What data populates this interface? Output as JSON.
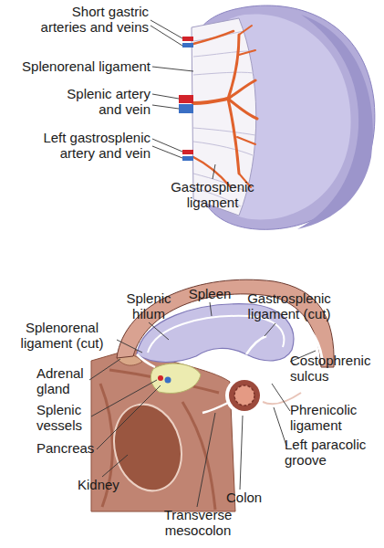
{
  "diagram": {
    "labels": [
      "Short gastric arteries and veins",
      "Splenorenal ligament",
      "Splenic artery and vein",
      "Left gastrosplenic artery and vein",
      "Gastrosplenic ligament",
      "Splenic hilum",
      "Spleen",
      "Gastrosplenic ligament (cut)",
      "Splenorenal ligament (cut)",
      "Costophrenic sulcus",
      "Adrenal gland",
      "Splenic vessels",
      "Phrenicolic ligament",
      "Pancreas",
      "Left paracolic groove",
      "Kidney",
      "Transverse mesocolon",
      "Colon"
    ]
  }
}
